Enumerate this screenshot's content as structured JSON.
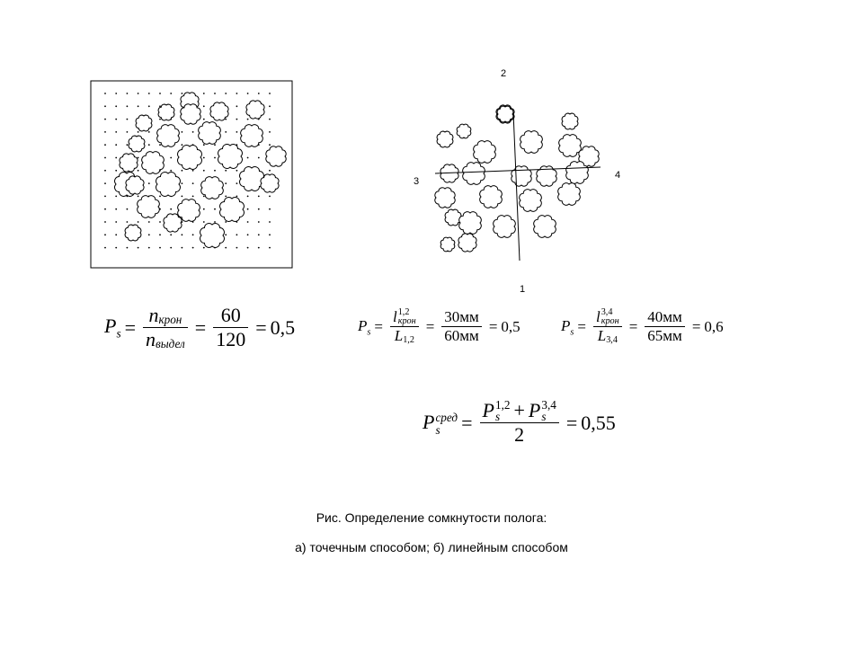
{
  "labels": {
    "top": "2",
    "bottom": "1",
    "left": "3",
    "right": "4"
  },
  "formula_point": {
    "lhs_base": "P",
    "lhs_sub": "s",
    "num_base": "n",
    "num_sub": "крон",
    "den_base": "n",
    "den_sub": "выдел",
    "num_value": "60",
    "den_value": "120",
    "result": "0,5"
  },
  "formula_line_12": {
    "lhs_base": "P",
    "lhs_sub": "s",
    "num_base": "l",
    "num_sup": "1,2",
    "num_sub": "крон",
    "den_base": "L",
    "den_sub": "1,2",
    "num_value": "30мм",
    "den_value": "60мм",
    "result": "0,5"
  },
  "formula_line_34": {
    "lhs_base": "P",
    "lhs_sub": "s",
    "num_base": "l",
    "num_sup": "3,4",
    "num_sub": "крон",
    "den_base": "L",
    "den_sub": "3,4",
    "num_value": "40мм",
    "den_value": "65мм",
    "result": "0,6"
  },
  "formula_mean": {
    "lhs_base": "P",
    "lhs_sup": "сред",
    "lhs_sub": "s",
    "term1_base": "P",
    "term1_sup": "1,2",
    "term1_sub": "s",
    "term2_base": "P",
    "term2_sup": "3,4",
    "term2_sub": "s",
    "plus": "+",
    "den_value": "2",
    "result": "0,55"
  },
  "caption": {
    "line1": "Рис.  Определение сомкнутости полога:",
    "line2": "а) точечным способом; б) линейным способом"
  }
}
